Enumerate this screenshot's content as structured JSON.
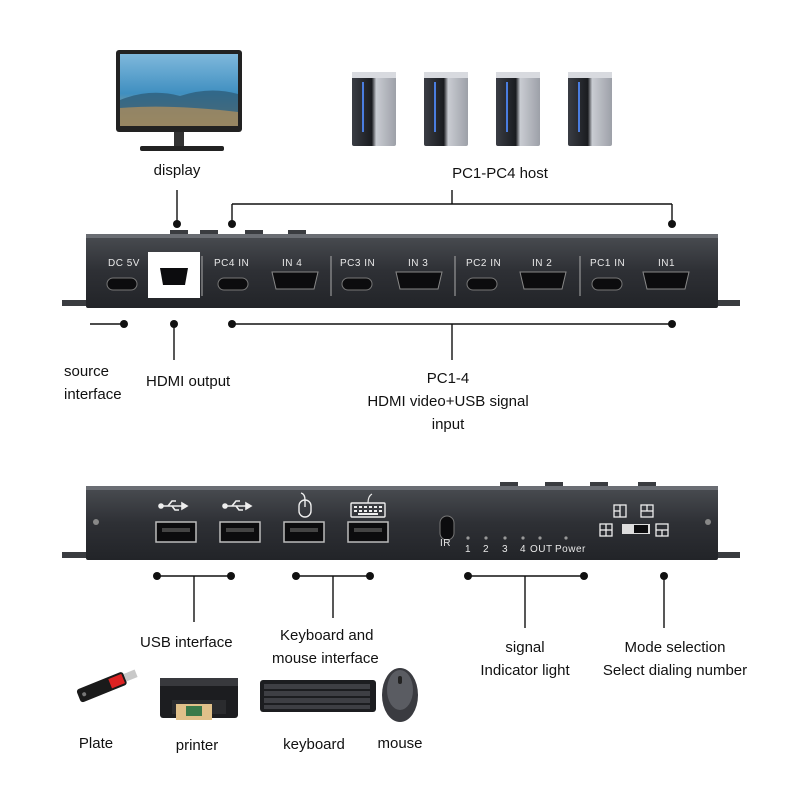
{
  "top": {
    "display_label": "display",
    "hosts_label": "PC1-PC4 host",
    "panel": {
      "dc": "DC 5V",
      "ports": [
        {
          "pc": "PC4 IN",
          "in": "IN 4"
        },
        {
          "pc": "PC3 IN",
          "in": "IN 3"
        },
        {
          "pc": "PC2 IN",
          "in": "IN 2"
        },
        {
          "pc": "PC1 IN",
          "in": "IN1"
        }
      ]
    },
    "source_label_1": "source",
    "source_label_2": "interface",
    "hdmi_output_label": "HDMI output",
    "pc_input_line1": "PC1-4",
    "pc_input_line2": "HDMI video+USB signal",
    "pc_input_line3": "input"
  },
  "bottom": {
    "panel": {
      "ir": "IR",
      "leds": [
        "1",
        "2",
        "3",
        "4",
        "OUT",
        "Power"
      ]
    },
    "usb_label": "USB interface",
    "km_label_1": "Keyboard and",
    "km_label_2": "mouse interface",
    "signal_label_1": "signal",
    "signal_label_2": "Indicator light",
    "mode_label_1": "Mode selection",
    "mode_label_2": "Select dialing number",
    "devices": [
      "Plate",
      "printer",
      "keyboard",
      "mouse"
    ]
  },
  "colors": {
    "panel": "#2e3035",
    "panel_edge": "#4a4d52",
    "port": "#0c0c0e",
    "screen": "#3f8fc0"
  },
  "icons": [
    "monitor-icon",
    "pc-tower-icon",
    "usb-icon",
    "mouse-icon",
    "keyboard-icon",
    "flash-drive-icon",
    "printer-icon"
  ]
}
